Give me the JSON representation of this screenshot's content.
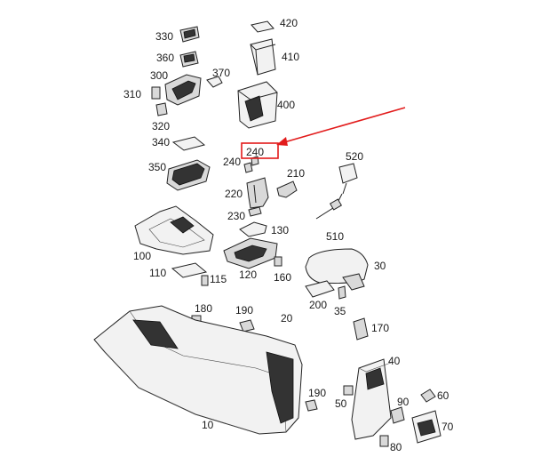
{
  "diagram": {
    "labels": [
      "10",
      "20",
      "30",
      "35",
      "40",
      "50",
      "60",
      "70",
      "80",
      "90",
      "100",
      "110",
      "115",
      "120",
      "130",
      "160",
      "170",
      "180",
      "190",
      "190",
      "200",
      "210",
      "220",
      "230",
      "240",
      "240",
      "300",
      "310",
      "320",
      "330",
      "340",
      "350",
      "360",
      "370",
      "400",
      "410",
      "420",
      "510",
      "520"
    ],
    "highlight": {
      "label": "240",
      "color": "#e21b1b"
    }
  }
}
